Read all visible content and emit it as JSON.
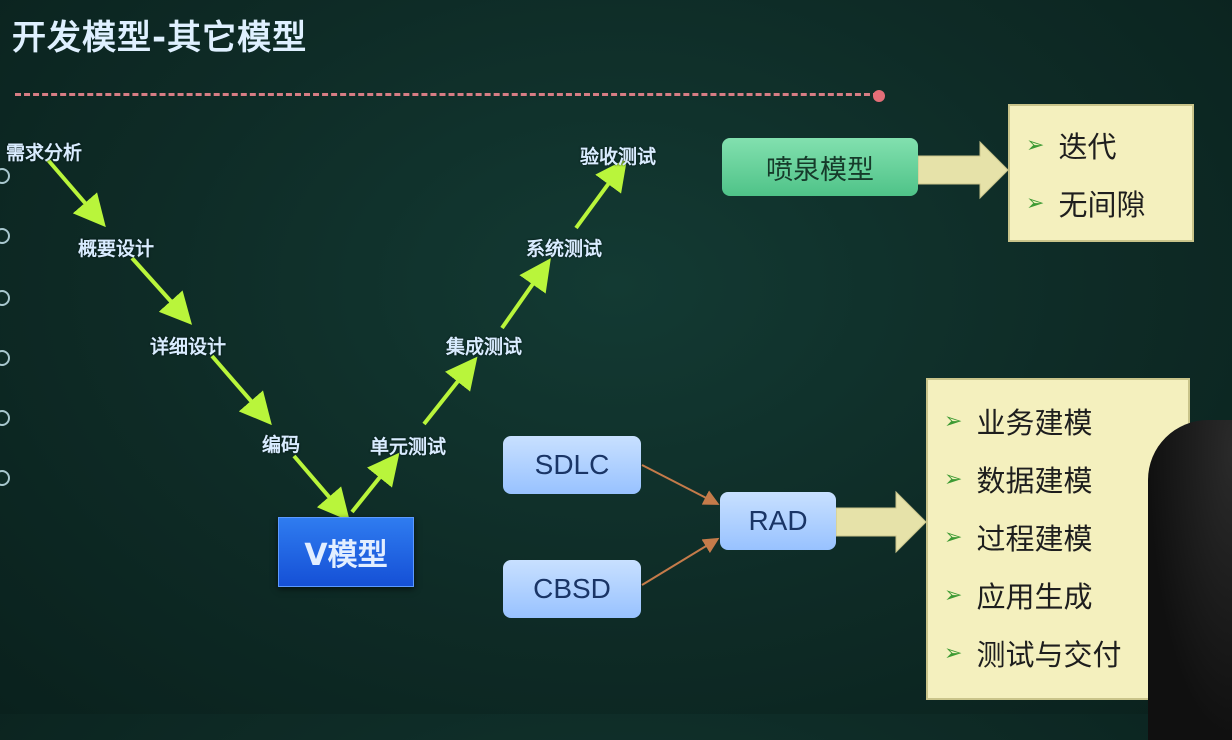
{
  "title": "开发模型-其它模型",
  "v_model": {
    "label": "V模型",
    "stages": {
      "requirements": "需求分析",
      "outline_design": "概要设计",
      "detail_design": "详细设计",
      "coding": "编码",
      "unit_test": "单元测试",
      "integration_test": "集成测试",
      "system_test": "系统测试",
      "acceptance_test": "验收测试"
    }
  },
  "fountain": {
    "label": "喷泉模型",
    "items": [
      "迭代",
      "无间隙"
    ]
  },
  "rad": {
    "inputs": [
      "SDLC",
      "CBSD"
    ],
    "label": "RAD",
    "items": [
      "业务建模",
      "数据建模",
      "过程建模",
      "应用生成",
      "测试与交付"
    ]
  },
  "colors": {
    "background": "#0e2b26",
    "arrow": "#b9f53b",
    "v_box": "#1f63e6",
    "fountain_box": "#6fd6a0",
    "rad_box": "#a9ceff",
    "list_box": "#f4f0be",
    "chevron": "#3c9a33",
    "dashed_rule": "#d77d84"
  }
}
